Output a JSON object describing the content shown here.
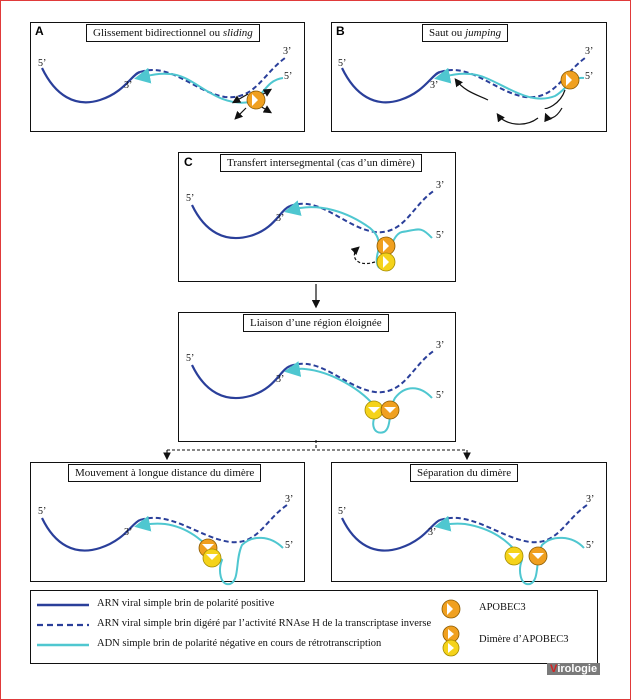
{
  "panels": {
    "A": {
      "letter": "A",
      "title": "Glissement bidirectionnel ou ",
      "title_em": "sliding"
    },
    "B": {
      "letter": "B",
      "title": "Saut ou ",
      "title_em": "jumping"
    },
    "C": {
      "letter": "C",
      "title": "Transfert intersegmental (cas d’un dimère)"
    },
    "D": {
      "title": "Liaison d’une région éloignée"
    },
    "E": {
      "title": "Mouvement à longue distance du dimère"
    },
    "F": {
      "title": "Séparation du dimère"
    }
  },
  "ends": {
    "five": "5’",
    "three": "3’"
  },
  "legend": {
    "line1": "ARN viral simple brin de polarité positive",
    "line2": "ARN viral simple brin digéré par l’activité RNAse H de la transcriptase inverse",
    "line3": "ADN simple brin de polarité négative en cours de rétrotranscription",
    "apobec": "APOBEC3",
    "dimer": "Dimère d’APOBEC3"
  },
  "logo": {
    "first": "V",
    "rest": "irologie"
  },
  "colors": {
    "rna": "#2a3f9a",
    "dna": "#4fc7d0",
    "apobec_orange": "#f0a020",
    "apobec_yellow": "#f5d31a",
    "border": "#e03a3a"
  }
}
